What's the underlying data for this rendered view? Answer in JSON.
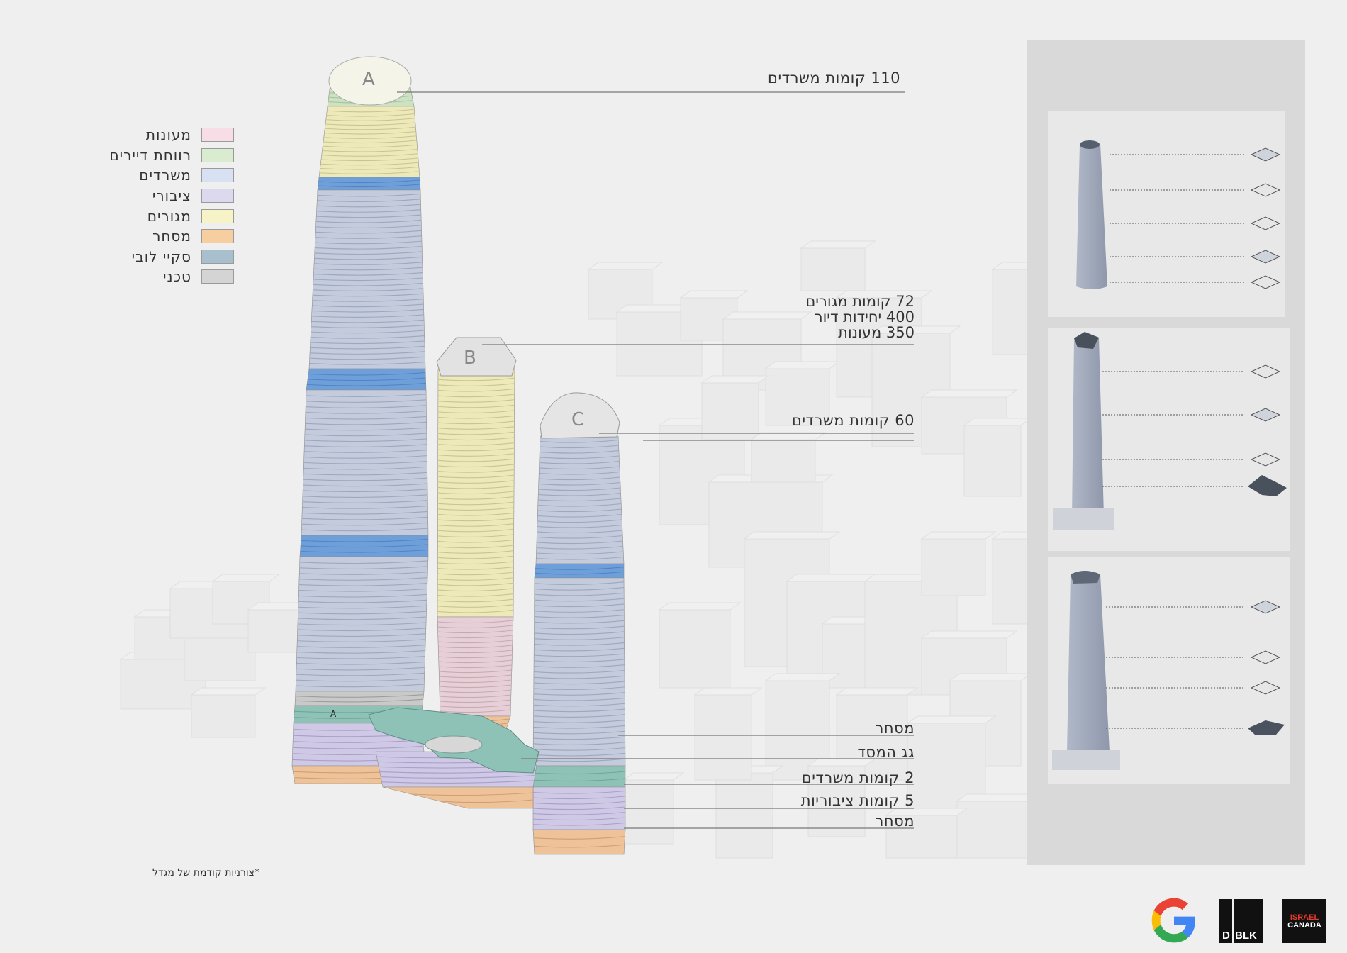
{
  "legend": {
    "items": [
      {
        "label": "מעונות",
        "color": "#f6dde6"
      },
      {
        "label": "רווחת דיירים",
        "color": "#d9ecd0"
      },
      {
        "label": "משרדים",
        "color": "#d7e1f1"
      },
      {
        "label": "ציבורי",
        "color": "#dcd8ee"
      },
      {
        "label": "מגורים",
        "color": "#f6f3c7"
      },
      {
        "label": "מסחר",
        "color": "#f6ce9f"
      },
      {
        "label": "סקיי לובי",
        "color": "#a8bfcd"
      },
      {
        "label": "טכני",
        "color": "#d4d4d4"
      }
    ]
  },
  "towers": {
    "a": {
      "letter": "A",
      "label": "110 קומות משרדים"
    },
    "b": {
      "letter": "B",
      "lines": [
        "72 קומות מגורים",
        "400 יחידות דיור",
        "350 מעונות"
      ]
    },
    "c": {
      "letter": "C",
      "label": "60 קומות משרדים"
    },
    "a_small_letter": "A"
  },
  "podium_labels": {
    "retail_top": "מסחר",
    "roof": "גג המסד",
    "offices": "2 קומות משרדים",
    "public": "5 קומות ציבוריות",
    "retail_bottom": "מסחר"
  },
  "footnote": "*צורניות קודמת של מגדל",
  "logos": {
    "google": "google-logo",
    "dblk": {
      "left": "D",
      "right": "BLK"
    },
    "israel_canada": {
      "line1": "ISRAEL",
      "line2": "CANADA"
    }
  },
  "colors": {
    "offices": "#c3cbdc",
    "residential": "#ede9b8",
    "dorms": "#e6cfd6",
    "amenity": "#cde2c2",
    "skylobby": "#6f9fd8",
    "public": "#cfc9e6",
    "retail": "#efc39a",
    "podium_roof": "#8fc2b7",
    "technical": "#c9c9c9"
  }
}
